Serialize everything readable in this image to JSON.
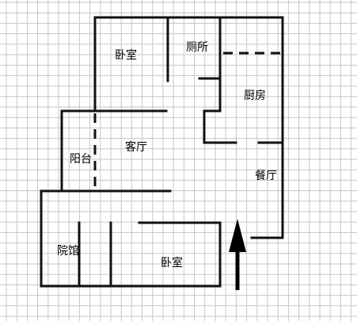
{
  "rooms": [
    {
      "key": "bedroom_top",
      "name": "卧室"
    },
    {
      "key": "toilet",
      "name": "厕所"
    },
    {
      "key": "kitchen",
      "name": "厨房"
    },
    {
      "key": "living_room",
      "name": "客厅"
    },
    {
      "key": "balcony",
      "name": "阳台"
    },
    {
      "key": "dining_room",
      "name": "餐厅"
    },
    {
      "key": "courtyard",
      "name": "院馆"
    },
    {
      "key": "bedroom_bottom",
      "name": "卧室"
    }
  ],
  "entrance_arrow": "arrow-up-icon"
}
